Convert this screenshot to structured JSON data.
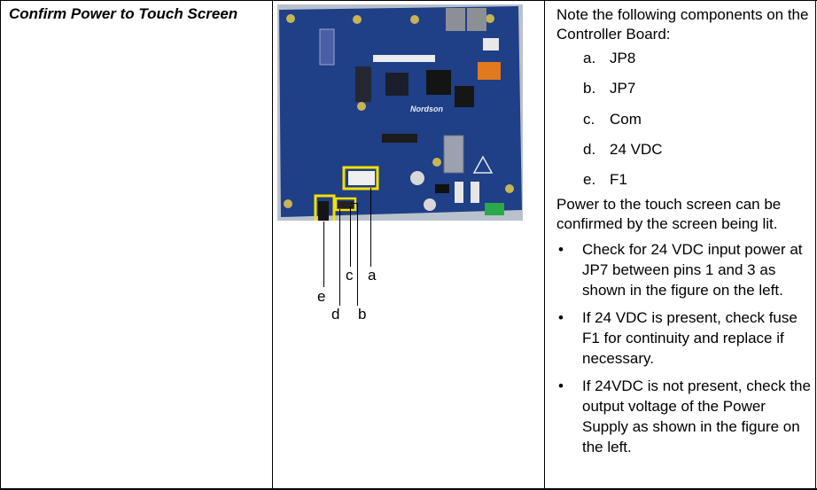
{
  "title": "Confirm Power to Touch Screen",
  "intro": "Note the following components on the Controller Board:",
  "components": [
    {
      "marker": "a.",
      "text": "JP8"
    },
    {
      "marker": "b.",
      "text": "JP7"
    },
    {
      "marker": "c.",
      "text": "Com"
    },
    {
      "marker": "d.",
      "text": "24 VDC"
    },
    {
      "marker": "e.",
      "text": "F1"
    }
  ],
  "power_note": "Power to the touch screen can be confirmed by the screen being lit.",
  "bullets": [
    "Check for 24 VDC input power at JP7 between pins 1 and 3 as shown in the figure on the left.",
    "If 24 VDC is present, check fuse F1 for continuity and replace if necessary.",
    "If 24VDC is not present, check the output voltage of the Power Supply as shown in the figure on the left."
  ],
  "callouts": {
    "a": "a",
    "b": "b",
    "c": "c",
    "d": "d",
    "e": "e"
  },
  "board_logo": "Nordson",
  "colors": {
    "board": "#1f3f86",
    "highlight": "#f5e000",
    "connector": "#2aa84a",
    "relay": "#e07a1e"
  }
}
